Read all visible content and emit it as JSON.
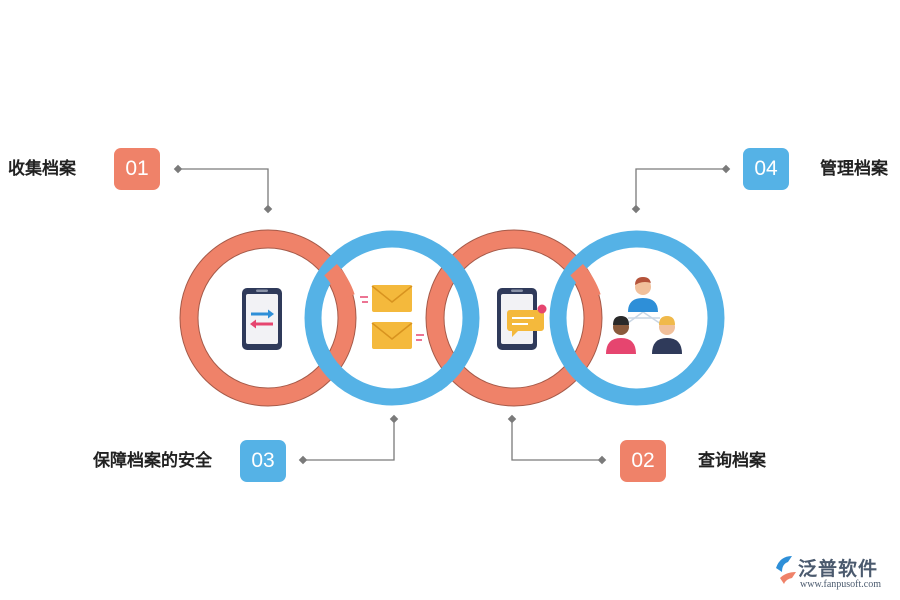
{
  "steps": [
    {
      "number": "01",
      "label": "收集档案",
      "color": "#ef8269"
    },
    {
      "number": "02",
      "label": "查询档案",
      "color": "#ef8269"
    },
    {
      "number": "03",
      "label": "保障档案的安全",
      "color": "#55b2e6"
    },
    {
      "number": "04",
      "label": "管理档案",
      "color": "#55b2e6"
    }
  ],
  "colors": {
    "salmon": "#ef8269",
    "blue": "#55b2e6",
    "connector": "#7a7a7a"
  },
  "icons": [
    "phone-transfer-icon",
    "envelope-icon",
    "phone-message-icon",
    "team-icon"
  ],
  "brand": {
    "name": "泛普软件",
    "url": "www.fanpusoft.com"
  }
}
